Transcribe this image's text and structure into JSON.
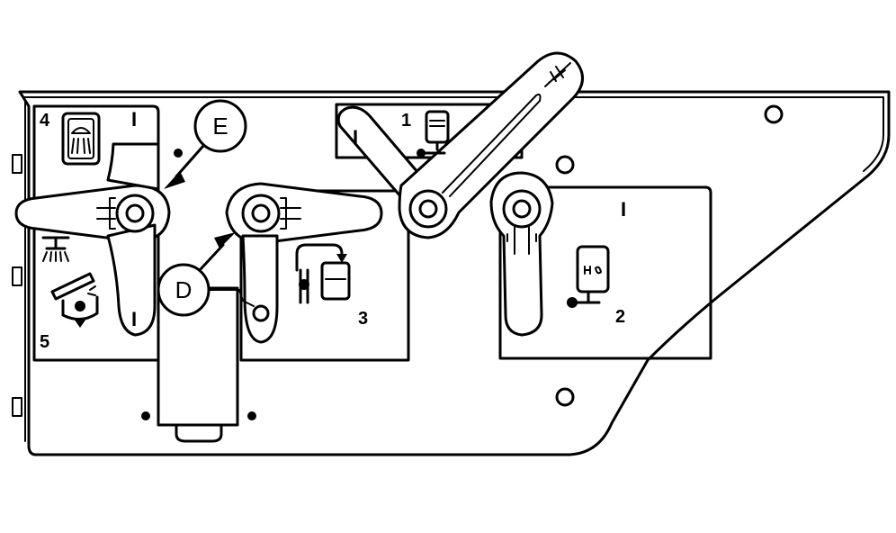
{
  "labels": {
    "callout_e": "E",
    "callout_d": "D",
    "pos_1": "1",
    "pos_2": "2",
    "pos_3": "3",
    "pos_4": "4",
    "pos_5": "5",
    "mark_1": "I",
    "mark_2": "I",
    "mark_3": "I",
    "mark_4": "I"
  },
  "icons": {
    "shower": "shower-icon",
    "drain": "drain-icon",
    "canister_1": "canister-icon",
    "canister_2": "h2o-canister-icon",
    "transfer": "transfer-icon",
    "spray": "spray-nozzle-icon"
  },
  "colors": {
    "line": "#000000",
    "fill": "#ffffff"
  }
}
